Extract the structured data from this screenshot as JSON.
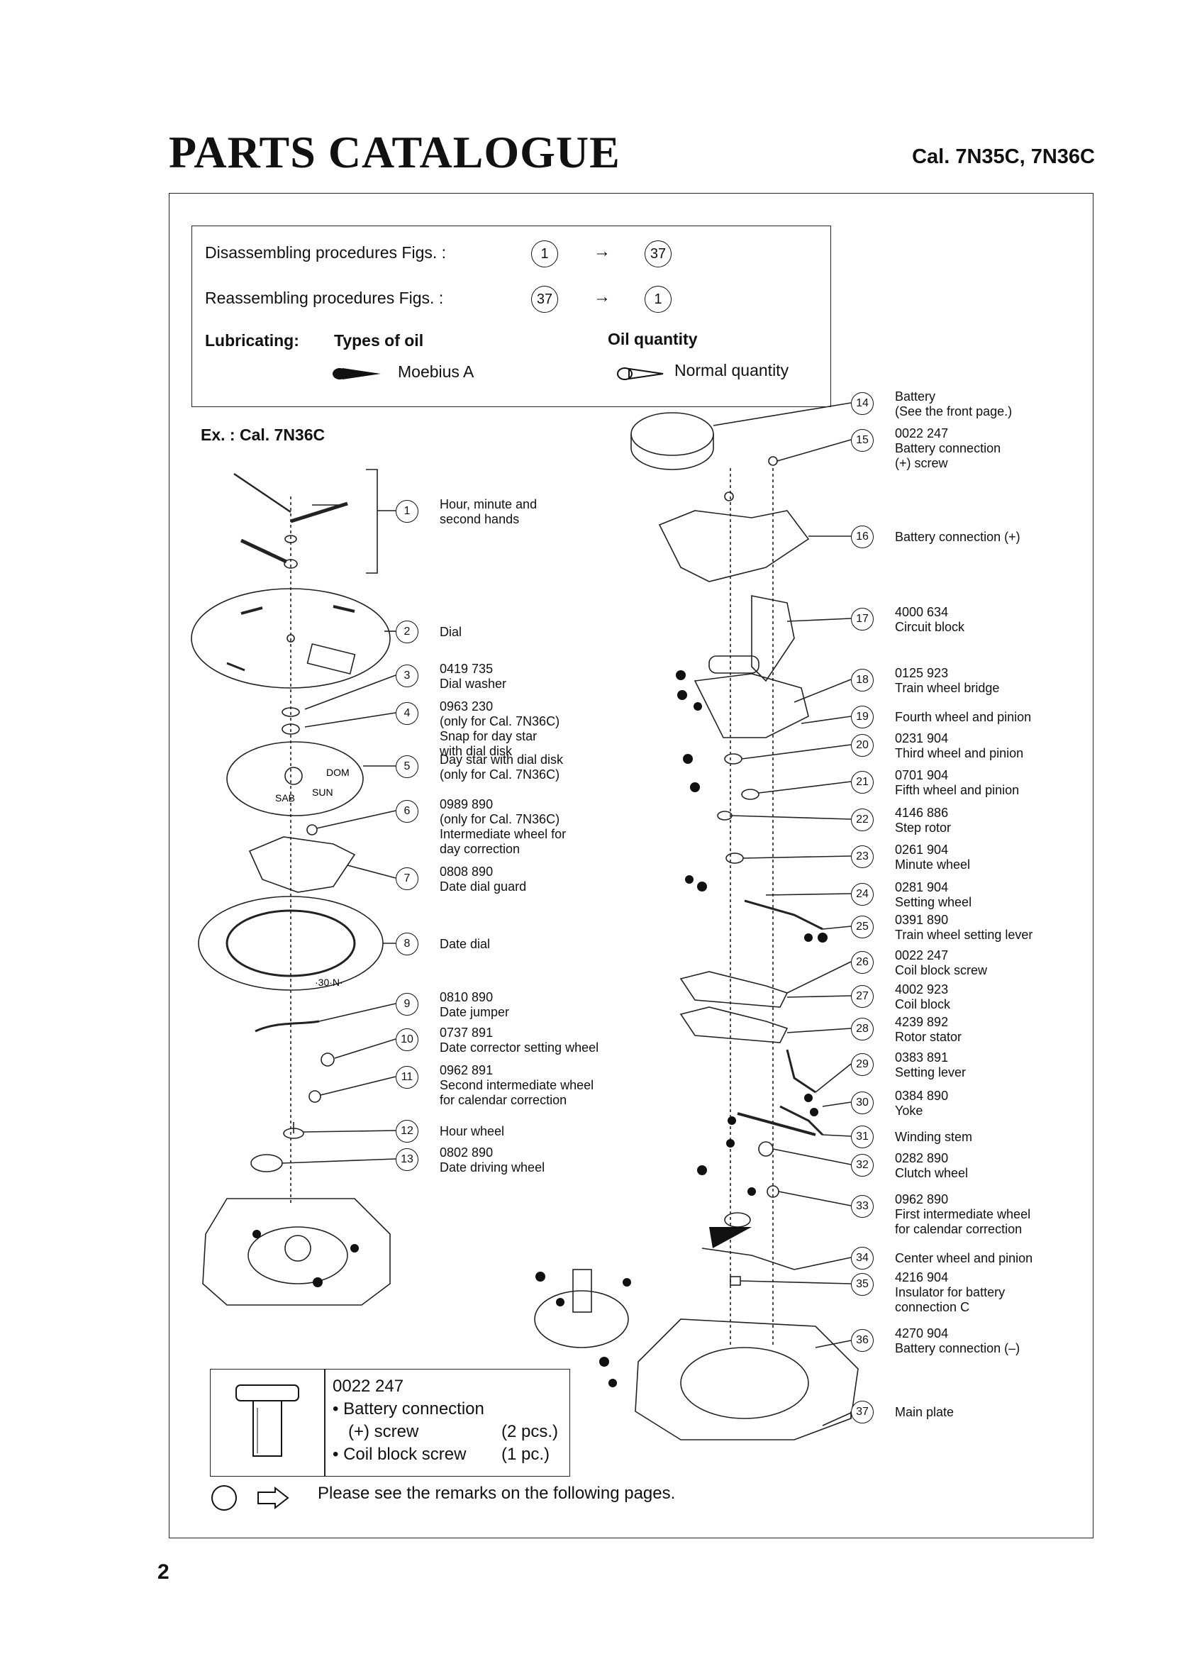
{
  "header": {
    "title": "PARTS CATALOGUE",
    "caliber": "Cal. 7N35C, 7N36C"
  },
  "procedures": {
    "disassembling_label": "Disassembling procedures Figs. :",
    "disassembling_from": "1",
    "disassembling_to": "37",
    "reassembling_label": "Reassembling procedures Figs. :",
    "reassembling_from": "37",
    "reassembling_to": "1",
    "arrow": "→",
    "lubricating_label": "Lubricating:",
    "types_of_oil_label": "Types of oil",
    "oil_quantity_label": "Oil quantity",
    "oil_type": "Moebius A",
    "oil_quantity": "Normal quantity"
  },
  "example_label": "Ex. : Cal. 7N36C",
  "left_parts": [
    {
      "n": "1",
      "text": "Hour, minute and\nsecond hands"
    },
    {
      "n": "2",
      "text": "Dial"
    },
    {
      "n": "3",
      "text": "0419 735\nDial washer"
    },
    {
      "n": "4",
      "text": "0963 230\n(only for Cal. 7N36C)\nSnap for day star\nwith dial disk"
    },
    {
      "n": "5",
      "text": "Day star with dial disk\n(only for Cal. 7N36C)"
    },
    {
      "n": "6",
      "text": "0989 890\n(only for Cal. 7N36C)\nIntermediate wheel for\nday correction"
    },
    {
      "n": "7",
      "text": "0808 890\nDate dial guard"
    },
    {
      "n": "8",
      "text": "Date dial"
    },
    {
      "n": "9",
      "text": "0810 890\nDate jumper"
    },
    {
      "n": "10",
      "text": "0737 891\nDate corrector setting wheel"
    },
    {
      "n": "11",
      "text": "0962 891\nSecond intermediate wheel\nfor calendar correction"
    },
    {
      "n": "12",
      "text": "Hour wheel"
    },
    {
      "n": "13",
      "text": "0802 890\nDate driving wheel"
    }
  ],
  "right_parts": [
    {
      "n": "14",
      "text": "Battery\n(See the front page.)"
    },
    {
      "n": "15",
      "text": "0022 247\nBattery connection\n(+) screw"
    },
    {
      "n": "16",
      "text": "Battery connection (+)"
    },
    {
      "n": "17",
      "text": "4000 634\nCircuit block"
    },
    {
      "n": "18",
      "text": "0125 923\nTrain wheel bridge"
    },
    {
      "n": "19",
      "text": "Fourth wheel and pinion"
    },
    {
      "n": "20",
      "text": "0231 904\nThird wheel and pinion"
    },
    {
      "n": "21",
      "text": "0701 904\nFifth wheel and pinion"
    },
    {
      "n": "22",
      "text": "4146 886\nStep rotor"
    },
    {
      "n": "23",
      "text": "0261 904\nMinute wheel"
    },
    {
      "n": "24",
      "text": "0281 904\nSetting wheel"
    },
    {
      "n": "25",
      "text": "0391 890\nTrain wheel setting lever"
    },
    {
      "n": "26",
      "text": "0022 247\nCoil block screw"
    },
    {
      "n": "27",
      "text": "4002 923\nCoil block"
    },
    {
      "n": "28",
      "text": "4239 892\nRotor stator"
    },
    {
      "n": "29",
      "text": "0383 891\nSetting lever"
    },
    {
      "n": "30",
      "text": "0384 890\nYoke"
    },
    {
      "n": "31",
      "text": "Winding stem"
    },
    {
      "n": "32",
      "text": "0282 890\nClutch wheel"
    },
    {
      "n": "33",
      "text": "0962 890\nFirst intermediate wheel\nfor calendar correction"
    },
    {
      "n": "34",
      "text": "Center wheel and pinion"
    },
    {
      "n": "35",
      "text": "4216 904\nInsulator for battery\nconnection C"
    },
    {
      "n": "36",
      "text": "4270 904\nBattery connection (–)"
    },
    {
      "n": "37",
      "text": "Main plate"
    }
  ],
  "screw_box": {
    "code": "0022 247",
    "line1": "• Battery connection",
    "line2": "(+) screw",
    "line2_qty": "(2 pcs.)",
    "line3": "• Coil block screw",
    "line3_qty": "(1 pc.)"
  },
  "remark": "Please see the remarks on the following pages.",
  "page_number": "2",
  "dial_texts": {
    "dom": "DOM",
    "sun": "SUN",
    "sab": "SAB",
    "date_marks": "·30·N·"
  }
}
